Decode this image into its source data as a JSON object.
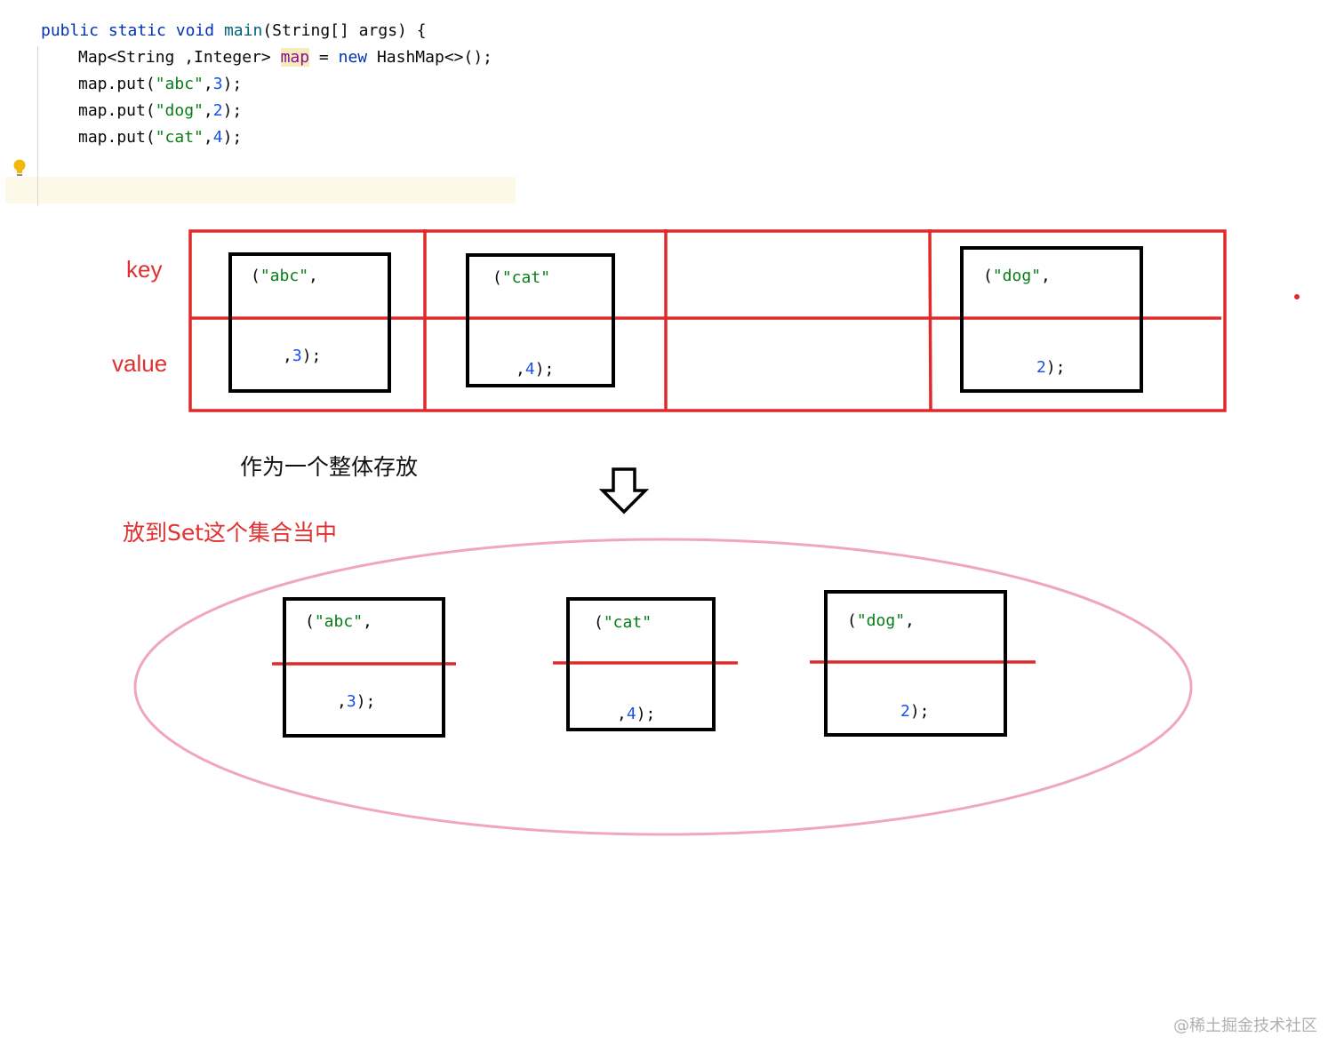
{
  "code": {
    "line1": {
      "k1": "public",
      "k2": "static",
      "k3": "void",
      "fn": "main",
      "rest": "(String[] args) {"
    },
    "line2": {
      "type": "Map<String ,Integer> ",
      "var": "map",
      "eq": " = ",
      "kw": "new",
      "rest": " HashMap<>();"
    },
    "puts": [
      {
        "pre": "map.put(",
        "key": "\"abc\"",
        "comma": ",",
        "val": "3",
        "end": ");"
      },
      {
        "pre": "map.put(",
        "key": "\"dog\"",
        "comma": ",",
        "val": "2",
        "end": ");"
      },
      {
        "pre": "map.put(",
        "key": "\"cat\"",
        "comma": ",",
        "val": "4",
        "end": ");"
      }
    ]
  },
  "table": {
    "row_labels": {
      "key": "key",
      "value": "value"
    },
    "entries": [
      {
        "key_open": "(",
        "key": "\"abc\"",
        "key_close": ",",
        "val_pre": ",",
        "val": "3",
        "val_end": ");"
      },
      {
        "key_open": "(",
        "key": "\"cat\"",
        "key_close": "",
        "val_pre": ",",
        "val": "4",
        "val_end": ");"
      },
      {
        "key_open": "(",
        "key": "\"dog\"",
        "key_close": ",",
        "val_pre": "",
        "val": "2",
        "val_end": ");"
      }
    ]
  },
  "caption_whole": "作为一个整体存放",
  "caption_set": "放到Set这个集合当中",
  "set_entries": [
    {
      "key_open": "(",
      "key": "\"abc\"",
      "key_close": ",",
      "val_pre": ",",
      "val": "3",
      "val_end": ");"
    },
    {
      "key_open": "(",
      "key": "\"cat\"",
      "key_close": "",
      "val_pre": ",",
      "val": "4",
      "val_end": ");"
    },
    {
      "key_open": "(",
      "key": "\"dog\"",
      "key_close": ",",
      "val_pre": "",
      "val": "2",
      "val_end": ");"
    }
  ],
  "watermark": "@稀土掘金技术社区",
  "colors": {
    "red": "#e02a2a",
    "pink": "#f0a6c0",
    "black": "#000000",
    "string": "#067d17",
    "number": "#1750eb",
    "keyword": "#0033b3"
  },
  "icons": {
    "bulb": "lightbulb-icon",
    "arrow": "arrow-down-icon"
  }
}
